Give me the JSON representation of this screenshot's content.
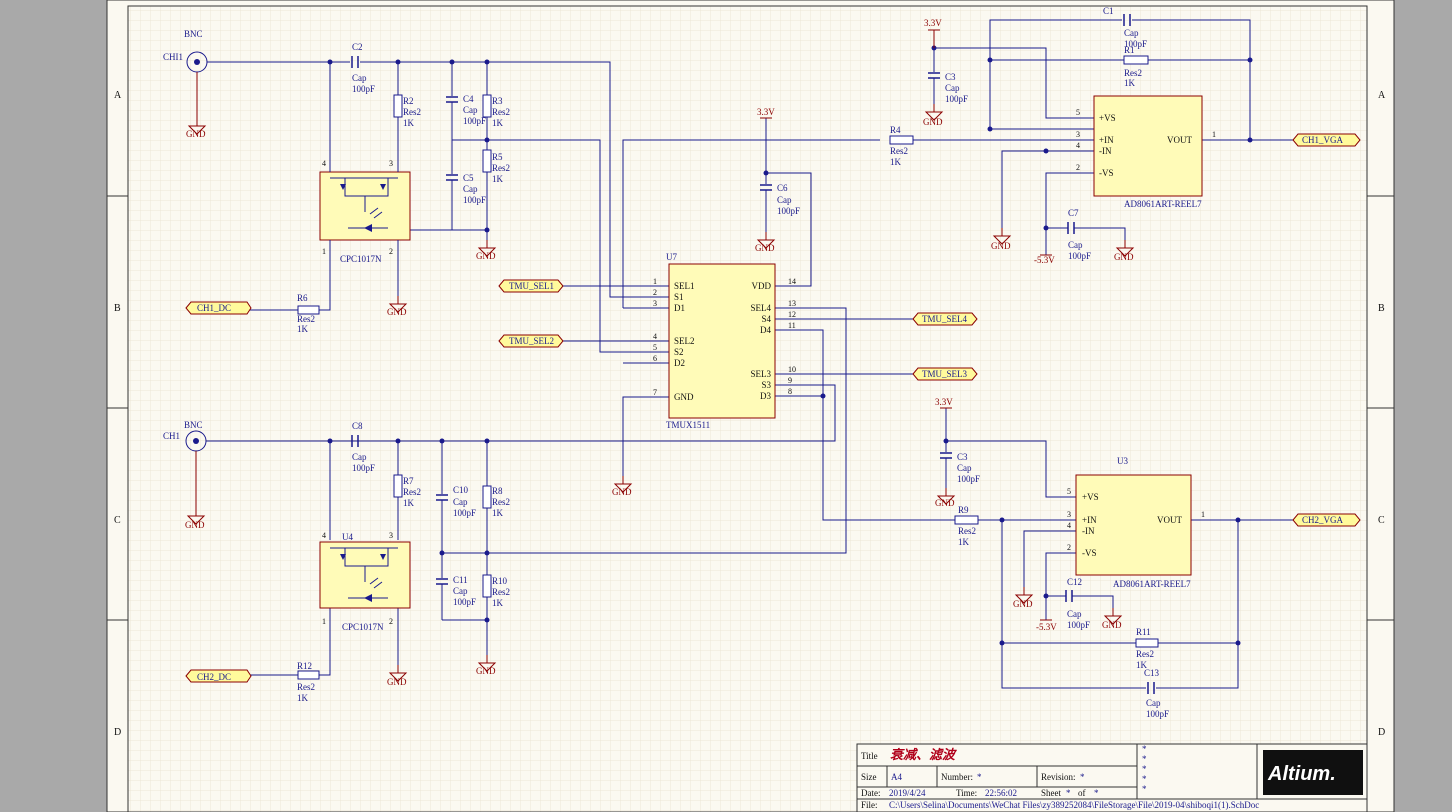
{
  "zones": {
    "rows": [
      "A",
      "B",
      "C",
      "D"
    ]
  },
  "connectors": {
    "top": {
      "label": "BNC",
      "designator": "CHI1"
    },
    "bottom": {
      "label": "BNC",
      "designator": "CH1"
    }
  },
  "components": {
    "c2": {
      "des": "C2",
      "type": "Cap",
      "val": "100pF"
    },
    "c4": {
      "des": "C4",
      "type": "Cap",
      "val": "100pF"
    },
    "c5": {
      "des": "C5",
      "type": "Cap",
      "val": "100pF"
    },
    "c6": {
      "des": "C6",
      "type": "Cap",
      "val": "100pF"
    },
    "c1": {
      "des": "C1",
      "type": "Cap",
      "val": "100pF"
    },
    "c3a": {
      "des": "C3",
      "type": "Cap",
      "val": "100pF"
    },
    "c7": {
      "des": "C7",
      "type": "Cap",
      "val": "100pF"
    },
    "c8": {
      "des": "C8",
      "type": "Cap",
      "val": "100pF"
    },
    "c10": {
      "des": "C10",
      "type": "Cap",
      "val": "100pF"
    },
    "c11": {
      "des": "C11",
      "type": "Cap",
      "val": "100pF"
    },
    "c3b": {
      "des": "C3",
      "type": "Cap",
      "val": "100pF"
    },
    "c12": {
      "des": "C12",
      "type": "Cap",
      "val": "100pF"
    },
    "c13": {
      "des": "C13",
      "type": "Cap",
      "val": "100pF"
    },
    "r1": {
      "des": "R1",
      "type": "Res2",
      "val": "1K"
    },
    "r2": {
      "des": "R2",
      "type": "Res2",
      "val": "1K"
    },
    "r3": {
      "des": "R3",
      "type": "Res2",
      "val": "1K"
    },
    "r4": {
      "des": "R4",
      "type": "Res2",
      "val": "1K"
    },
    "r5": {
      "des": "R5",
      "type": "Res2",
      "val": "1K"
    },
    "r6": {
      "des": "R6",
      "type": "Res2",
      "val": "1K"
    },
    "r7": {
      "des": "R7",
      "type": "Res2",
      "val": "1K"
    },
    "r8": {
      "des": "R8",
      "type": "Res2",
      "val": "1K"
    },
    "r9": {
      "des": "R9",
      "type": "Res2",
      "val": "1K"
    },
    "r10": {
      "des": "R10",
      "type": "Res2",
      "val": "1K"
    },
    "r11": {
      "des": "R11",
      "type": "Res2",
      "val": "1K"
    },
    "r12": {
      "des": "R12",
      "type": "Res2",
      "val": "1K"
    }
  },
  "relays": {
    "top": {
      "des": "",
      "part": "CPC1017N"
    },
    "bottom": {
      "des": "U4",
      "part": "CPC1017N"
    }
  },
  "mux": {
    "des": "U7",
    "part": "TMUX1511",
    "left_pins": [
      {
        "num": "1",
        "name": "SEL1"
      },
      {
        "num": "2",
        "name": "S1"
      },
      {
        "num": "3",
        "name": "D1"
      },
      {
        "num": "4",
        "name": "SEL2"
      },
      {
        "num": "5",
        "name": "S2"
      },
      {
        "num": "6",
        "name": "D2"
      },
      {
        "num": "7",
        "name": "GND"
      }
    ],
    "right_pins": [
      {
        "num": "14",
        "name": "VDD"
      },
      {
        "num": "13",
        "name": "SEL4"
      },
      {
        "num": "12",
        "name": "S4"
      },
      {
        "num": "11",
        "name": "D4"
      },
      {
        "num": "10",
        "name": "SEL3"
      },
      {
        "num": "9",
        "name": "S3"
      },
      {
        "num": "8",
        "name": "D3"
      }
    ]
  },
  "opamps": {
    "top": {
      "des": "",
      "part": "AD8061ART-REEL7",
      "out": "VOUT"
    },
    "bottom": {
      "des": "U3",
      "part": "AD8061ART-REEL7",
      "out": "VOUT"
    },
    "pins": {
      "vsp": "+VS",
      "inp": "+IN",
      "inn": "-IN",
      "vsn": "-VS"
    },
    "pin_nums": {
      "p5": "5",
      "p3": "3",
      "p4": "4",
      "p2": "2",
      "p1": "1"
    }
  },
  "power": {
    "v33": "3.3V",
    "vneg": "-5.3V",
    "gnd": "GND"
  },
  "ports": {
    "ch1_dc": "CH1_DC",
    "ch2_dc": "CH2_DC",
    "sel1": "TMU_SEL1",
    "sel2": "TMU_SEL2",
    "sel3": "TMU_SEL3",
    "sel4": "TMU_SEL4",
    "ch1_vga": "CH1_VGA",
    "ch2_vga": "CH2_VGA"
  },
  "title_block": {
    "title_label": "Title",
    "title": "衰减、滤波",
    "size_label": "Size",
    "size": "A4",
    "number_label": "Number:",
    "number": "*",
    "revision_label": "Revision:",
    "revision": "*",
    "date_label": "Date:",
    "date": "2019/4/24",
    "time_label": "Time:",
    "time": "22:56:02",
    "sheet_label": "Sheet",
    "sheet": "*",
    "of_label": "of",
    "of": "*",
    "file_label": "File:",
    "file": "C:\\Users\\Selina\\Documents\\WeChat Files\\zy389252084\\FileStorage\\File\\2019-04\\shiboqi1(1).SchDoc",
    "stars": [
      "*",
      "*",
      "*",
      "*",
      "*"
    ],
    "logo": "Altium."
  },
  "colors": {
    "wire": "#1a1a8c",
    "power": "#8b0000",
    "body": "#fffbb8",
    "port": "#fffa9c",
    "title": "#b0001a"
  }
}
